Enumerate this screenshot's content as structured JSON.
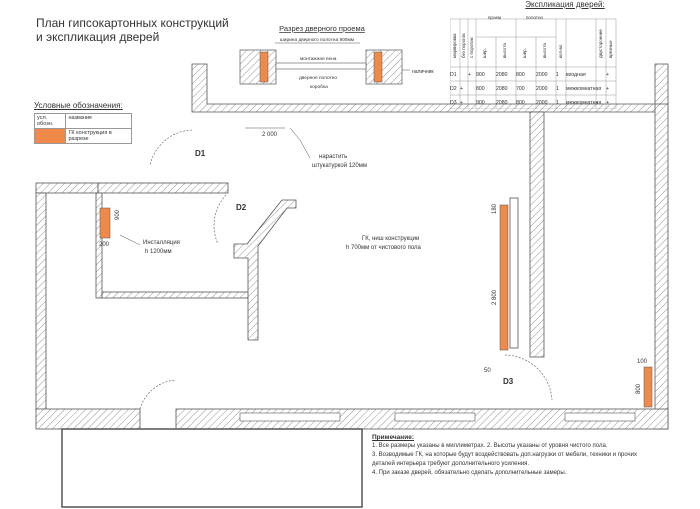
{
  "title": {
    "line1": "План гипсокартонных конструкций",
    "line2": "и экспликация дверей"
  },
  "section": {
    "title": "Разрез дверного проема",
    "width_label": "ширина дверного полотна 900мм",
    "label_mount": "монтажная пена",
    "label_leaf": "дверное полотно",
    "label_box": "коробка",
    "label_trim": "наличник"
  },
  "explication": {
    "title": "Экспликация дверей:",
    "headers": [
      "маркировка",
      "без порогов",
      "с порогом",
      "проем",
      "шир.",
      "высота",
      "полотно",
      "шир.",
      "высота",
      "кол-во",
      "",
      "двусторонние",
      "врезные"
    ],
    "rows": [
      {
        "mark": "D1",
        "a": "",
        "b": "+",
        "w": "900",
        "h": "2080",
        "pw": "800",
        "ph": "2000",
        "n": "1",
        "type": "входная",
        "c1": "",
        "c2": "+"
      },
      {
        "mark": "D2",
        "a": "+",
        "b": "",
        "w": "800",
        "h": "2080",
        "pw": "700",
        "ph": "2000",
        "n": "1",
        "type": "межкомнатная",
        "c1": "",
        "c2": "+"
      },
      {
        "mark": "D3",
        "a": "+",
        "b": "",
        "w": "900",
        "h": "2080",
        "pw": "800",
        "ph": "2000",
        "n": "1",
        "type": "межкомнатная",
        "c1": "-",
        "c2": "+"
      }
    ]
  },
  "legend": {
    "title": "Условные обозначения:",
    "col1": "усл. обозн.",
    "col2": "название",
    "item": "ГК конструкция в разрезе",
    "color": "#f08a4b"
  },
  "plan": {
    "dim_top": "2 000",
    "plaster_note": [
      "нарастить",
      "штукатуркой 120мм"
    ],
    "d1": "D1",
    "d2": "D2",
    "d3": "D3",
    "install_note": [
      "Инсталляция",
      "h 1200мм"
    ],
    "dim_900": "900",
    "dim_200": "200",
    "gk_note": [
      "ГК, ниш конструкции",
      "h 700мм от чистового пола"
    ],
    "dim_180": "180",
    "dim_2800": "2 800",
    "dim_50": "50",
    "dim_100": "100",
    "dim_800": "800"
  },
  "notes": {
    "title": "Примечание:",
    "lines": [
      "1. Все размеры указаны в миллиметрах.        2. Высоты указаны от уровня чистого пола.",
      "3. Возводимые ГК, на которые будут воздействовать доп.нагрузки от мебели, техники и прочих",
      "деталей интерьера требуют дополнительного усиления.",
      "4. При заказе дверей, обязательно сделать дополнительные замеры."
    ]
  }
}
